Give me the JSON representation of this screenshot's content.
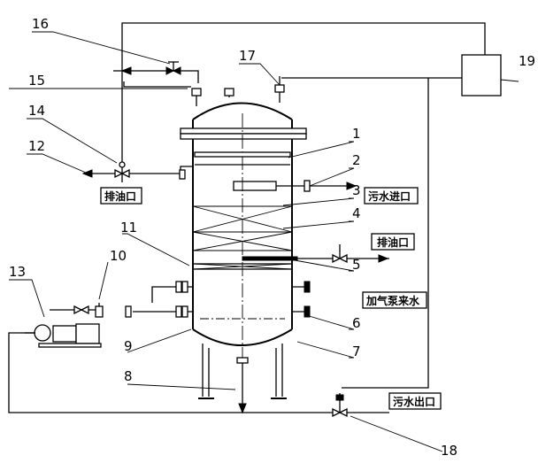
{
  "callouts": {
    "c1": "1",
    "c2": "2",
    "c3": "3",
    "c4": "4",
    "c5": "5",
    "c6": "6",
    "c7": "7",
    "c8": "8",
    "c9": "9",
    "c10": "10",
    "c11": "11",
    "c12": "12",
    "c13": "13",
    "c14": "14",
    "c15": "15",
    "c16": "16",
    "c17": "17",
    "c18": "18",
    "c19": "19"
  },
  "labels": {
    "oil_outlet_left": "排油口",
    "sewage_inlet": "污水进口",
    "oil_outlet_right": "排油口",
    "dissolved_air_pump_water": "加气泵来水",
    "sewage_outlet": "污水出口"
  }
}
